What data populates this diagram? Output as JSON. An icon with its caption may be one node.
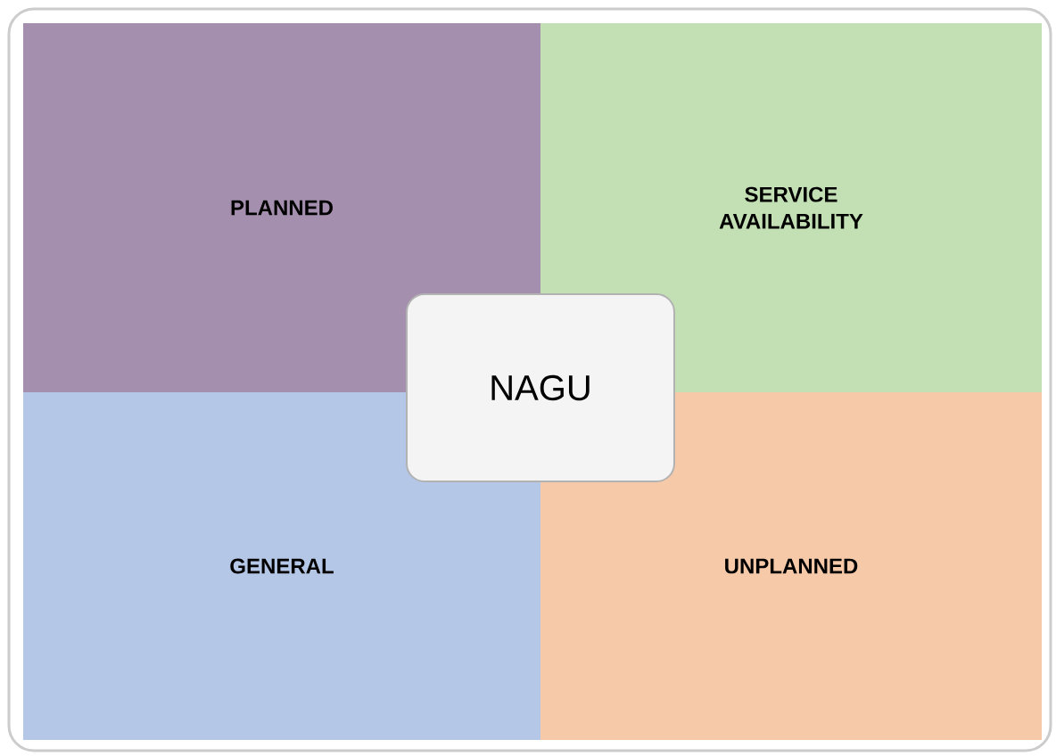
{
  "diagram": {
    "nodes": [
      {
        "text": [
          "PLANNED"
        ]
      },
      {
        "text": [
          "SERVICE AVAILABILITY"
        ]
      },
      {
        "text": [
          "NAGU"
        ]
      },
      {
        "text": [
          "GENERAL"
        ]
      },
      {
        "text": [
          "UNPLANNED"
        ]
      }
    ]
  }
}
